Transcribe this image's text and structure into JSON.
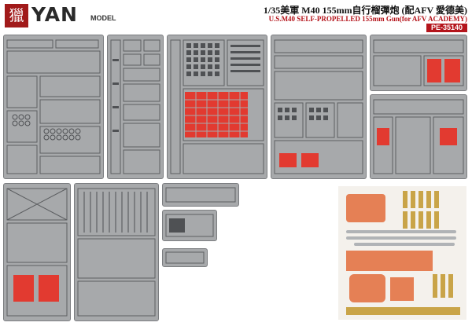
{
  "header": {
    "logo_glyph": "獵",
    "brand": "YAN",
    "brand_sub": "MODEL",
    "title_zh": "1/35美軍 M40 155mm自行榴彈炮 (配AFV 愛德美)",
    "title_en": "U.S.M40 SELF-PROPELLED 155mm Gun(for AFV ACADEMY)",
    "product_code": "PE-35140"
  },
  "colors": {
    "fret": "#a7a9ab",
    "fret_border": "#7b7d80",
    "part_line": "#5c5e61",
    "red_part": "#e23a30",
    "dark_part": "#4f5154",
    "resin": "#e58055",
    "brass": "#c9a448"
  }
}
